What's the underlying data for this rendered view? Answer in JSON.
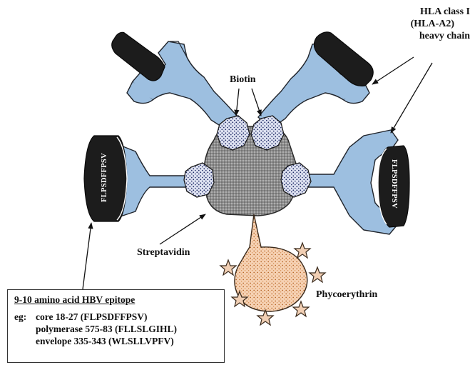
{
  "labels": {
    "hla_line1": "HLA class I",
    "hla_line2": "(HLA-A2)",
    "hla_line3": "heavy chain",
    "biotin": "Biotin",
    "streptavidin": "Streptavidin",
    "phycoerythrin": "Phycoerythrin"
  },
  "epitope_box": {
    "title": "9-10 amino acid HBV epitope",
    "prefix": "eg:",
    "examples": [
      "core 18-27 (FLPSDFFPSV)",
      "polymerase 575-83 (FLLSLGIHL)",
      "envelope 335-343 (WLSLLVPFV)"
    ]
  },
  "peptide_sequence": "FLPSDFFPSV",
  "colors": {
    "hla_arm": "#9dbfe0",
    "peptide": "#1a1a1a",
    "streptavidin": "#8a8a8a",
    "biotin": "#c9cde4",
    "phycoerythrin": "#f4c8a6"
  }
}
